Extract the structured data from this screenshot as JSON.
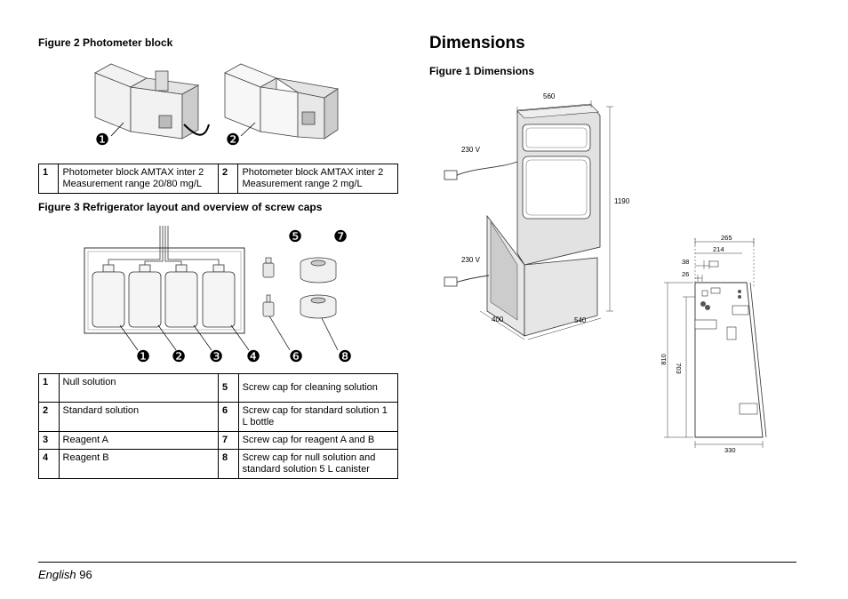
{
  "left": {
    "figure2_caption": "Figure 2 Photometer block",
    "figure2_callouts": [
      "❶",
      "❷"
    ],
    "figure2_legend": [
      {
        "num": "1",
        "text": "Photometer block AMTAX inter 2 Measurement range 20/80 mg/L"
      },
      {
        "num": "2",
        "text": "Photometer block AMTAX inter 2 Measurement range 2 mg/L"
      }
    ],
    "figure3_caption": "Figure 3 Refrigerator layout and overview of screw caps",
    "figure3_callouts": [
      "❶",
      "❷",
      "❸",
      "❹",
      "❻",
      "❽",
      "❺",
      "❼"
    ],
    "figure3_legend": [
      {
        "num_a": "1",
        "text_a": "Null solution",
        "num_b": "5",
        "text_b": "Screw cap for cleaning solution"
      },
      {
        "num_a": "2",
        "text_a": "Standard solution",
        "num_b": "6",
        "text_b": "Screw cap for standard solution 1 L bottle"
      },
      {
        "num_a": "3",
        "text_a": "Reagent A",
        "num_b": "7",
        "text_b": "Screw cap for reagent A and B"
      },
      {
        "num_a": "4",
        "text_a": "Reagent B",
        "num_b": "8",
        "text_b": "Screw cap for null solution and standard solution 5 L canister"
      }
    ]
  },
  "right": {
    "section_title": "Dimensions",
    "figure1_caption": "Figure 1 Dimensions",
    "dims_front": {
      "width_top": "560",
      "height": "1190",
      "power_top": "230 V",
      "power_bottom": "230 V",
      "depth": "400",
      "base_width": "540"
    },
    "dims_side": {
      "top_width": "265",
      "top_inner": "214",
      "offset_a": "38",
      "offset_b": "26",
      "height_outer": "810",
      "height_inner": "703",
      "depth": "330"
    }
  },
  "footer": {
    "language": "English",
    "page_number": "96"
  }
}
